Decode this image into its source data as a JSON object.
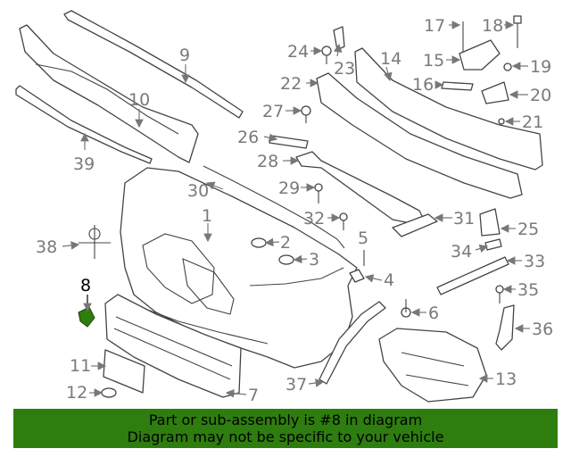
{
  "callouts": [
    "1",
    "2",
    "3",
    "4",
    "5",
    "6",
    "7",
    "8",
    "9",
    "10",
    "11",
    "12",
    "13",
    "14",
    "15",
    "16",
    "17",
    "18",
    "19",
    "20",
    "21",
    "22",
    "23",
    "24",
    "25",
    "26",
    "27",
    "28",
    "29",
    "30",
    "31",
    "32",
    "33",
    "34",
    "35",
    "36",
    "37",
    "38",
    "39"
  ],
  "highlight": {
    "part_number": "8",
    "color": "#2e7d0f"
  },
  "banner": {
    "line1": "Part or sub-assembly is #8 in diagram",
    "line2": "Diagram may not be specific to your vehicle",
    "background": "#2e7d0f"
  }
}
